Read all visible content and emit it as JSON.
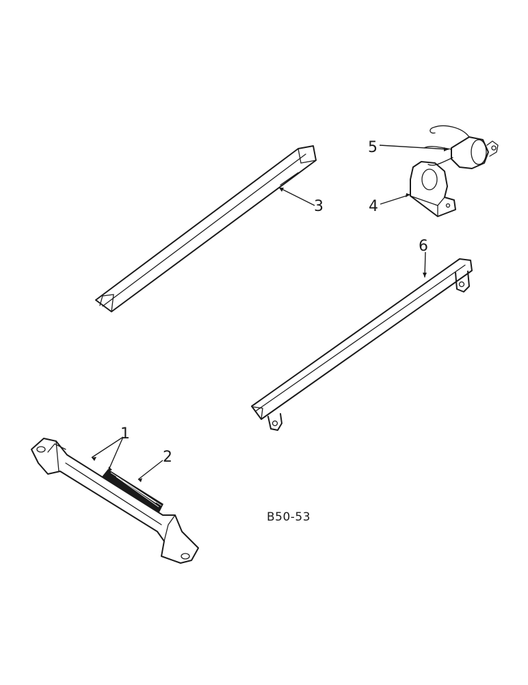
{
  "callouts": {
    "c1": "1",
    "c2": "2",
    "c3": "3",
    "c4": "4",
    "c5": "5",
    "c6": "6"
  },
  "figure_ref": "B50-53"
}
